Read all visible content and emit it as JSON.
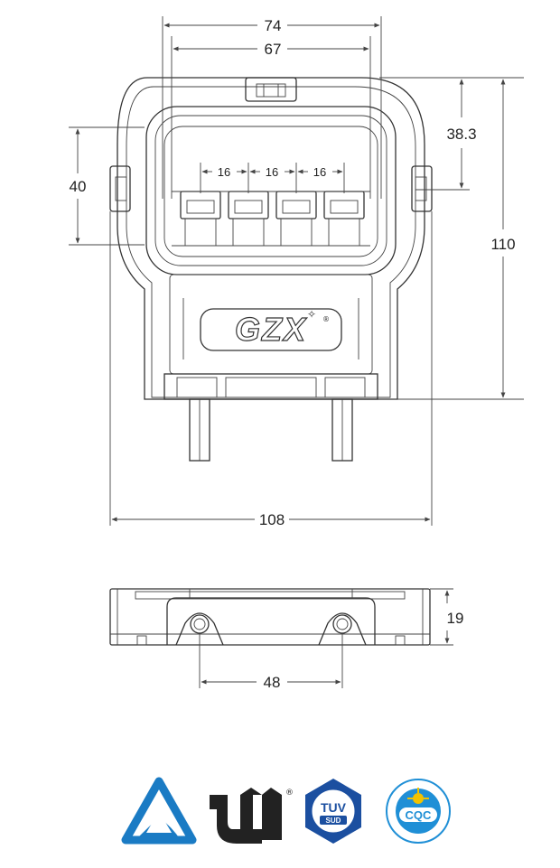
{
  "dimensions": {
    "front_outer_width": "74",
    "front_inner_width": "67",
    "pin_pitch_1": "16",
    "pin_pitch_2": "16",
    "pin_pitch_3": "16",
    "left_height": "40",
    "right_upper": "38.3",
    "right_total": "110",
    "bottom_width": "108",
    "side_height": "19",
    "hole_spacing": "48"
  },
  "logo": {
    "text": "GZX"
  },
  "certifications": [
    {
      "name": "TUV Rheinland",
      "icon": "tuv-rheinland-triangle-icon",
      "color": "#1a7bc4"
    },
    {
      "name": "UL Recognized",
      "icon": "ul-recognized-icon",
      "color": "#222222"
    },
    {
      "name": "TUV SUD",
      "icon": "tuv-sud-icon",
      "color": "#1b4fa0",
      "label_top": "TUV",
      "label_bottom": "SUD"
    },
    {
      "name": "CQC",
      "icon": "cqc-icon",
      "color": "#1f8fd6",
      "label": "CQC"
    }
  ]
}
